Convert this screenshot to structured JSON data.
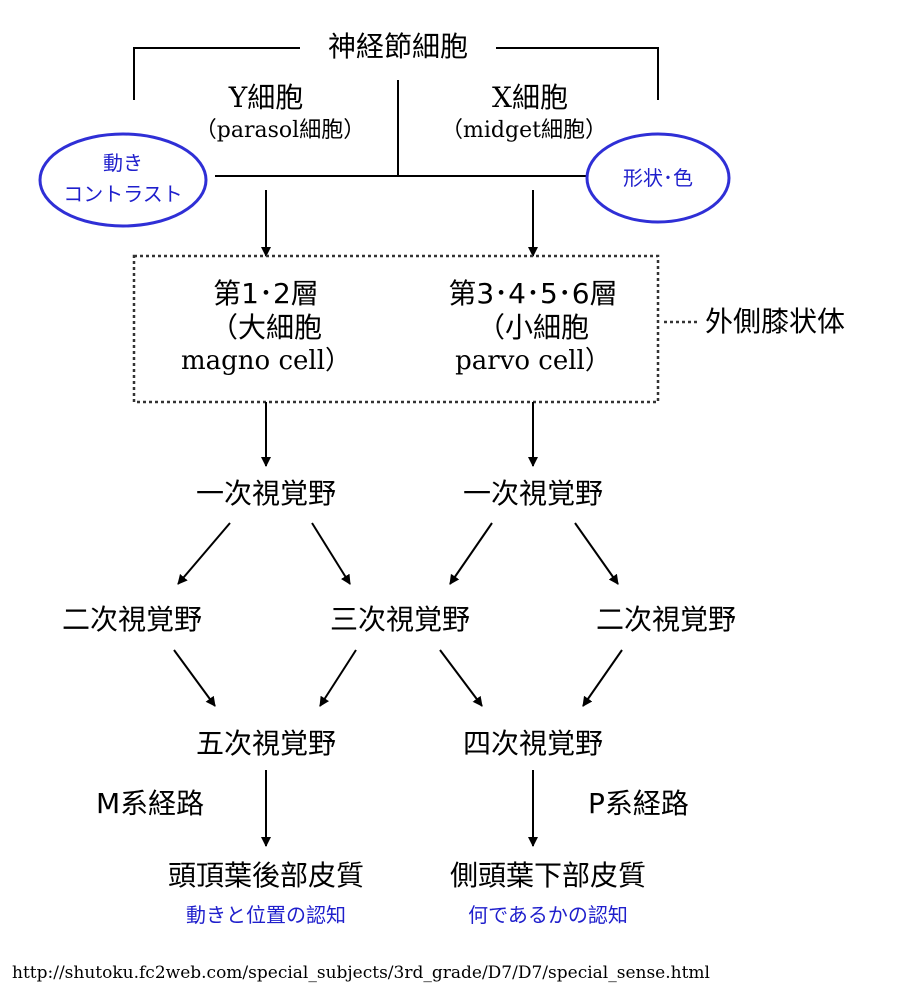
{
  "ganglion": {
    "title": "神経節細胞",
    "y_cell": "Y細胞",
    "y_cell_sub": "（parasol細胞）",
    "x_cell": "X細胞",
    "x_cell_sub": "（midget細胞）",
    "left_oval_line1": "動き",
    "left_oval_line2": "コントラスト",
    "right_oval": "形状･色"
  },
  "lgn": {
    "label": "外側膝状体",
    "left_layers": "第1･2層",
    "left_sub1": "（大細胞",
    "left_sub2": "magno cell）",
    "right_layers": "第3･4･5･6層",
    "right_sub1": "（小細胞",
    "right_sub2": "parvo cell）"
  },
  "cortex": {
    "v1_left": "一次視覚野",
    "v1_right": "一次視覚野",
    "v2_left": "二次視覚野",
    "v3": "三次視覚野",
    "v2_right": "二次視覚野",
    "v5": "五次視覚野",
    "v4": "四次視覚野"
  },
  "pathways": {
    "m": "M系経路",
    "p": "P系経路"
  },
  "outputs": {
    "left": "頭頂葉後部皮質",
    "left_note": "動きと位置の認知",
    "right": "側頭葉下部皮質",
    "right_note": "何であるかの認知"
  },
  "source_url": "http://shutoku.fc2web.com/special_subjects/3rd_grade/D7/D7/special_sense.html",
  "colors": {
    "oval_stroke": "#2f2fd6",
    "oval_text": "#1f1fcc",
    "line": "#000000"
  }
}
